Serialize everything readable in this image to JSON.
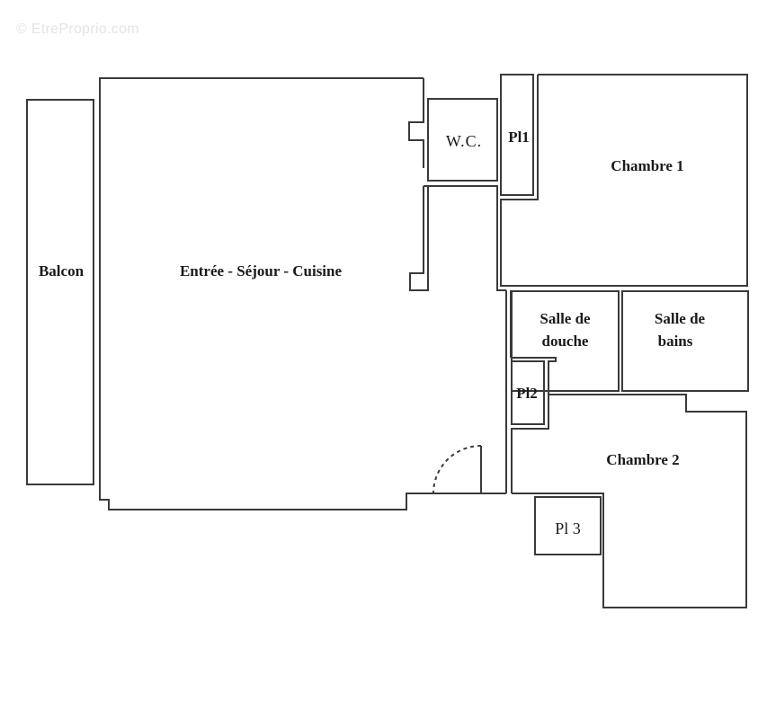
{
  "watermark": "© EtreProprio.com",
  "colors": {
    "wall": "#3a3a3a",
    "text": "#1a1a1a",
    "background": "#ffffff",
    "watermark": "#e4e4e4"
  },
  "rooms": {
    "balcon": "Balcon",
    "sejour": "Entrée - Séjour - Cuisine",
    "wc": "W.C.",
    "pl1": "Pl1",
    "chambre1": "Chambre 1",
    "douche_line1": "Salle de",
    "douche_line2": "douche",
    "bains_line1": "Salle de",
    "bains_line2": "bains",
    "pl2": "Pl2",
    "chambre2": "Chambre 2",
    "pl3": "Pl 3"
  }
}
